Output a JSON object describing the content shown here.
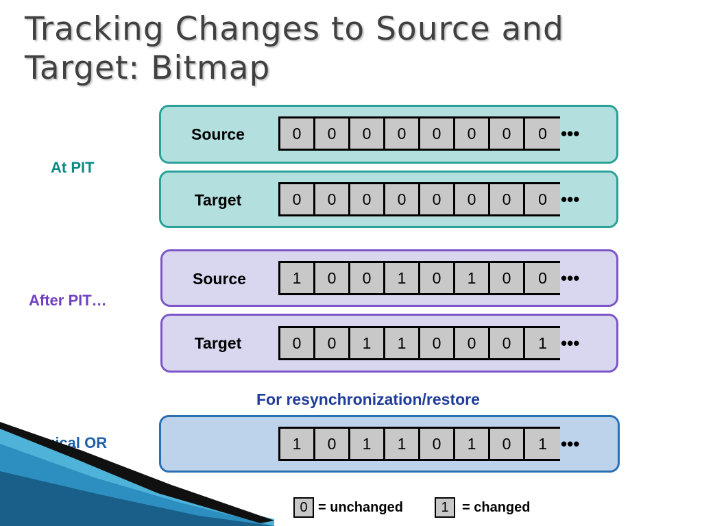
{
  "title": "Tracking Changes to Source and Target: Bitmap",
  "colors": {
    "teal_fill": "#b3e0df",
    "teal_border": "#2aa198",
    "purple_fill": "#d9d6f0",
    "purple_border": "#7b56c9",
    "blue_fill": "#bdd3ec",
    "blue_border": "#2b6fb3",
    "label_teal": "#0c8a84",
    "label_purple": "#7040c0",
    "label_blue": "#1f5fa8"
  },
  "sections": {
    "at_pit": "At PIT",
    "after_pit": "After PIT…",
    "logical_or": "Logical OR"
  },
  "rows": [
    {
      "label": "Source",
      "bits": [
        "0",
        "0",
        "0",
        "0",
        "0",
        "0",
        "0",
        "0"
      ]
    },
    {
      "label": "Target",
      "bits": [
        "0",
        "0",
        "0",
        "0",
        "0",
        "0",
        "0",
        "0"
      ]
    },
    {
      "label": "Source",
      "bits": [
        "1",
        "0",
        "0",
        "1",
        "0",
        "1",
        "0",
        "0"
      ]
    },
    {
      "label": "Target",
      "bits": [
        "0",
        "0",
        "1",
        "1",
        "0",
        "0",
        "0",
        "1"
      ]
    },
    {
      "label": "",
      "bits": [
        "1",
        "0",
        "1",
        "1",
        "0",
        "1",
        "0",
        "1"
      ]
    }
  ],
  "ellipsis": "•••",
  "caption": "For resynchronization/restore",
  "legend": {
    "unchanged_value": "0",
    "unchanged_text": "= unchanged",
    "changed_value": "1",
    "changed_text": "= changed"
  }
}
